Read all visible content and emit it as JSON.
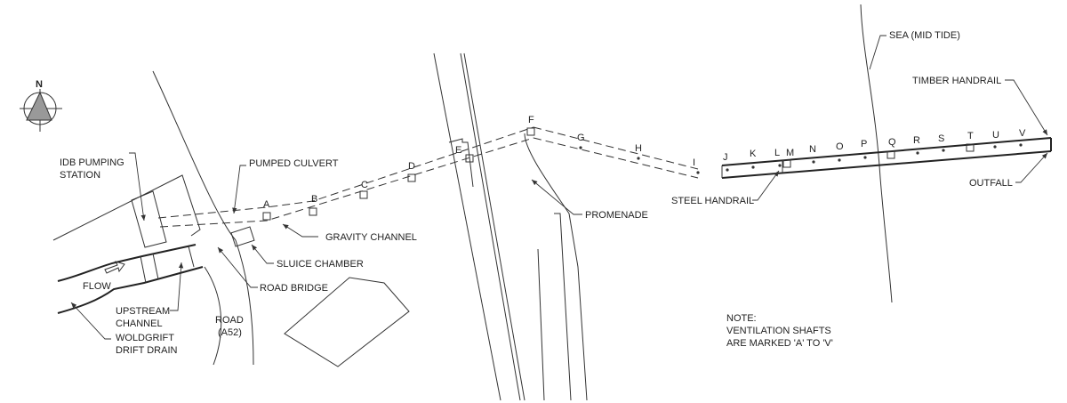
{
  "north_label": "N",
  "labels": {
    "idb_pumping_1": "IDB PUMPING",
    "idb_pumping_2": "STATION",
    "pumped_culvert": "PUMPED CULVERT",
    "gravity_channel": "GRAVITY CHANNEL",
    "sluice_chamber": "SLUICE CHAMBER",
    "road_bridge": "ROAD BRIDGE",
    "flow": "FLOW",
    "upstream_1": "UPSTREAM",
    "upstream_2": "CHANNEL",
    "woldgrift_1": "WOLDGRIFT",
    "woldgrift_2": "DRIFT DRAIN",
    "road_1": "ROAD",
    "road_2": "(A52)",
    "promenade": "PROMENADE",
    "steel_handrail": "STEEL HANDRAIL",
    "sea": "SEA  (MID TIDE)",
    "timber_handrail": "TIMBER HANDRAIL",
    "outfall": "OUTFALL"
  },
  "note": {
    "title": "NOTE:",
    "line1": "VENTILATION SHAFTS",
    "line2": "ARE MARKED 'A' TO 'V'"
  },
  "shafts": [
    "A",
    "B",
    "C",
    "D",
    "E",
    "F",
    "G",
    "H",
    "I",
    "J",
    "K",
    "L",
    "M",
    "N",
    "O",
    "P",
    "Q",
    "R",
    "S",
    "T",
    "U",
    "V"
  ]
}
